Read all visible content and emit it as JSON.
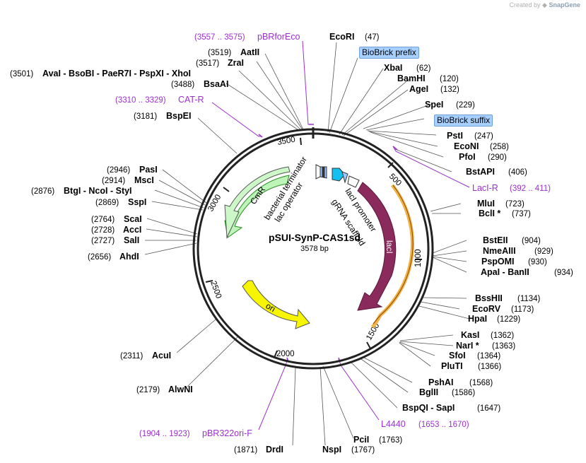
{
  "credit": {
    "prefix": "Created by",
    "brand": "SnapGene"
  },
  "plasmid": {
    "name": "pSUI-SynP-CAS1sd",
    "length": "3578 bp"
  },
  "ticks": [
    "500",
    "1000",
    "1500",
    "2000",
    "2500",
    "3000",
    "3500"
  ],
  "boxed_labels": {
    "prefix": "BioBrick prefix",
    "suffix": "BioBrick suffix"
  },
  "sites": {
    "ecori": {
      "name": "EcoRI",
      "pos": "(47)"
    },
    "xbai": {
      "name": "XbaI",
      "pos": "(62)"
    },
    "bamhi": {
      "name": "BamHI",
      "pos": "(120)"
    },
    "agei": {
      "name": "AgeI",
      "pos": "(132)"
    },
    "spei": {
      "name": "SpeI",
      "pos": "(229)"
    },
    "psti": {
      "name": "PstI",
      "pos": "(247)"
    },
    "econi": {
      "name": "EcoNI",
      "pos": "(258)"
    },
    "pfoi": {
      "name": "PfoI",
      "pos": "(290)"
    },
    "bstapi": {
      "name": "BstAPI",
      "pos": "(406)"
    },
    "mlui": {
      "name": "MluI",
      "pos": "(723)"
    },
    "bcli": {
      "name": "BclI *",
      "pos": "(737)"
    },
    "bsteii": {
      "name": "BstEII",
      "pos": "(904)"
    },
    "nmeaiii": {
      "name": "NmeAIII",
      "pos": "(929)"
    },
    "pspomi": {
      "name": "PspOMI",
      "pos": "(930)"
    },
    "apai": {
      "name": "ApaI  - BanII",
      "pos": "(934)"
    },
    "bsshii": {
      "name": "BssHII",
      "pos": "(1134)"
    },
    "ecorv": {
      "name": "EcoRV",
      "pos": "(1173)"
    },
    "hpai": {
      "name": "HpaI",
      "pos": "(1229)"
    },
    "kasi": {
      "name": "KasI",
      "pos": "(1362)"
    },
    "nari": {
      "name": "NarI *",
      "pos": "(1363)"
    },
    "sfoi": {
      "name": "SfoI",
      "pos": "(1364)"
    },
    "pluti": {
      "name": "PluTI",
      "pos": "(1366)"
    },
    "pshai": {
      "name": "PshAI",
      "pos": "(1568)"
    },
    "bglii": {
      "name": "BglII",
      "pos": "(1586)"
    },
    "bspqi": {
      "name": "BspQI  - SapI",
      "pos": "(1647)"
    },
    "pcii": {
      "name": "PciI",
      "pos": "(1763)"
    },
    "nspi": {
      "name": "NspI",
      "pos": "(1767)"
    },
    "drdi": {
      "name": "DrdI",
      "pos": "(1871)"
    },
    "alwni": {
      "name": "AlwNI",
      "pos": "(2179)"
    },
    "acui": {
      "name": "AcuI",
      "pos": "(2311)"
    },
    "ahdi": {
      "name": "AhdI",
      "pos": "(2656)"
    },
    "sali": {
      "name": "SalI",
      "pos": "(2727)"
    },
    "acci": {
      "name": "AccI",
      "pos": "(2728)"
    },
    "scai": {
      "name": "ScaI",
      "pos": "(2764)"
    },
    "sspi": {
      "name": "SspI",
      "pos": "(2869)"
    },
    "btgi": {
      "name": "BtgI  - NcoI  - StyI",
      "pos": "(2876)"
    },
    "msci": {
      "name": "MscI",
      "pos": "(2914)"
    },
    "pasi": {
      "name": "PasI",
      "pos": "(2946)"
    },
    "bspei": {
      "name": "BspEI",
      "pos": "(3181)"
    },
    "bsaai": {
      "name": "BsaAI",
      "pos": "(3488)"
    },
    "avai": {
      "name": "AvaI  - BsoBI  - PaeR7I  - PspXI  - XhoI",
      "pos": "(3501)"
    },
    "zrai": {
      "name": "ZraI",
      "pos": "(3517)"
    },
    "aatii": {
      "name": "AatII",
      "pos": "(3519)"
    }
  },
  "primers": {
    "pbrforeco": {
      "name": "pBRforEco",
      "range": "(3557 .. 3575)"
    },
    "catr": {
      "name": "CAT-R",
      "range": "(3310 .. 3329)"
    },
    "lacir": {
      "name": "LacI-R",
      "range": "(392 .. 411)"
    },
    "l4440": {
      "name": "L4440",
      "range": "(1653 .. 1670)"
    },
    "pbr322ori": {
      "name": "pBR322ori-F",
      "range": "(1904 .. 1923)"
    }
  },
  "features": {
    "cmr": "CmR",
    "laci": "lacI",
    "ori": "ori",
    "bact_term": "bacterial terminator",
    "lac_op": "lac operator",
    "laci_prom": "lacI promoter",
    "grna": "gRNA scaffold"
  },
  "colors": {
    "primer": "#9b30d0",
    "cmr": "#ccf8c8",
    "laci": "#8b2a5c",
    "ori": "#f7f500",
    "biobrick": "#a7cfff"
  }
}
